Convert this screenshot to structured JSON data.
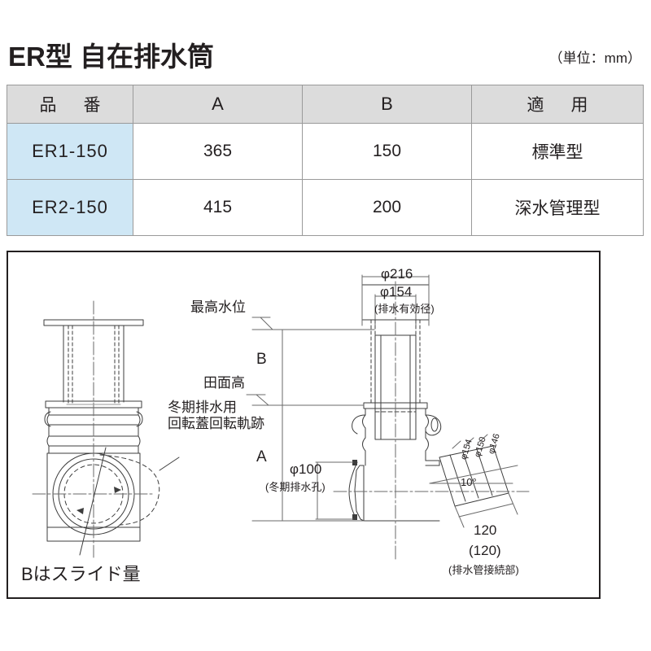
{
  "header": {
    "title": "ER型 自在排水筒",
    "unit_note": "（単位：mm）"
  },
  "table": {
    "columns": [
      "品　番",
      "A",
      "B",
      "適　用"
    ],
    "rows": [
      {
        "model": "ER1-150",
        "a": "365",
        "b": "150",
        "use": "標準型"
      },
      {
        "model": "ER2-150",
        "a": "415",
        "b": "200",
        "use": "深水管理型"
      }
    ]
  },
  "drawing": {
    "note_slide": "Bはスライド量",
    "labels": {
      "dia_216": "φ216",
      "dia_154": "φ154",
      "dia_154_sub": "(排水有効径)",
      "max_water_level": "最高水位",
      "field_level": "田面高",
      "winter_drain_lid_line1": "冬期排水用",
      "winter_drain_lid_line2": "回転蓋回転軌跡",
      "dim_b": "B",
      "dim_a": "A",
      "dia_100": "φ100",
      "dia_100_sub": "(冬期排水孔)",
      "angle_10": "10°",
      "pipe_dia_154": "φ154",
      "pipe_dia_150": "φ150",
      "pipe_dia_146": "φ146",
      "len_120": "120",
      "len_120_paren": "(120)",
      "pipe_connection": "(排水管接続部)"
    }
  },
  "colors": {
    "ink": "#231f20",
    "table_header_bg": "#dcdcdc",
    "model_cell_bg": "#cfe7f5",
    "border": "#9a9a9a",
    "line": "#4a4a4a"
  }
}
